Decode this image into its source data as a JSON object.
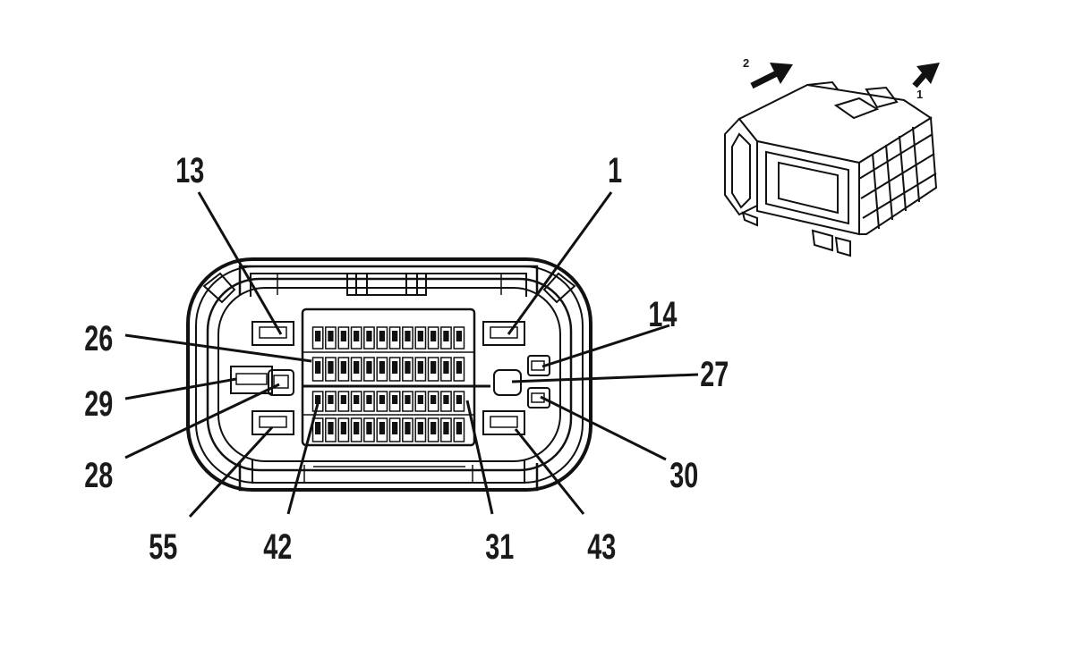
{
  "pin_labels": {
    "p13": "13",
    "p1": "1",
    "p26": "26",
    "p14": "14",
    "p27": "27",
    "p29": "29",
    "p28": "28",
    "p30": "30",
    "p55": "55",
    "p42": "42",
    "p31": "31",
    "p43": "43"
  },
  "arrow_labels": {
    "a2": "2",
    "a1": "1"
  },
  "colors": {
    "line": "#111111",
    "background": "#ffffff"
  }
}
